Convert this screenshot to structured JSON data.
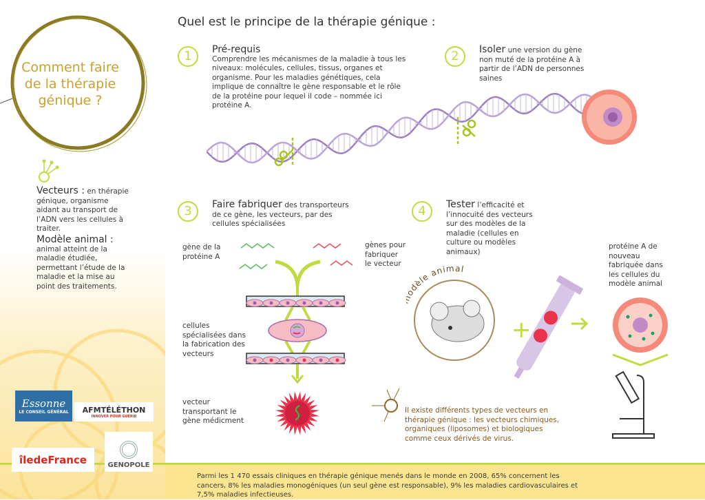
{
  "title_circle": "Comment faire de la thérapie génique ?",
  "main_title": "Quel est le principe de la thérapie génique :",
  "steps": [
    {
      "number": "1",
      "heading": "Pré-requis",
      "text": "Comprendre les mécanismes de la maladie à tous les niveaux: molécules, cellules, tissus, organes et organisme. Pour les maladies génétiques, cela implique de connaître le gène responsable et le rôle de la protéine pour lequel il code – nommée ici protéine A."
    },
    {
      "number": "2",
      "heading": "Isoler",
      "text": "une version du gène non muté de la protéine A à partir de l’ADN de personnes saines"
    },
    {
      "number": "3",
      "heading": "Faire fabriquer",
      "text": "des transporteurs de ce gène, les vecteurs, par des cellules spécialisées"
    },
    {
      "number": "4",
      "heading": "Tester",
      "text": "l’efficacité et l’innocuité des vecteurs sur des modèles de la maladie (cellules en culture ou modèles animaux)"
    }
  ],
  "glossary": [
    {
      "term": "Vecteurs :",
      "definition": "en thérapie génique, organisme aidant au transport de l’ADN vers les cellules à traiter."
    },
    {
      "term": "Modèle animal :",
      "definition": "animal atteint de la maladie étudiée, permettant l’étude de la maladie et la mise au point des traitements."
    }
  ],
  "labels": {
    "gene_a": "gène de la protéine A",
    "genes_vector": "gènes pour fabriquer le vecteur",
    "cells": "cellules spécialisées dans la fabrication des vecteurs",
    "vector": "vecteur transportant le gène médicment",
    "animal_model": "modèle animal",
    "protein_a": "protéine A de nouveau fabriquée dans les cellules du modèle animal",
    "vector_types": "Il existe différents types de vecteurs en thérapie génique : les vecteurs chimiques, organiques (liposomes) et biologiques comme ceux dérivés de virus.",
    "plus": "+"
  },
  "footer": "Parmi les 1 470 essais cliniques en thérapie génique menés dans le monde en 2008, 65% concernent les cancers, 8% les maladies monogéniques (un seul gène est responsable), 9% les maladies cardiovasculaires et 7,5% maladies infectieuses.",
  "logos": {
    "essonne": "Essonne",
    "essonne_sub": "LE CONSEIL GÉNÉRAL",
    "afm": "AFMTÉLÉTHON",
    "afm_sub": "INNOVER POUR GUÉRIR",
    "idf": "îledeFrance",
    "genopole": "GENOPOLE"
  },
  "colors": {
    "accent_green": "#c3d940",
    "gold": "#c9a22e",
    "dna_purple": "#9b7fc0",
    "cell_red": "#f0705e",
    "footer_yellow": "#fbe590"
  }
}
